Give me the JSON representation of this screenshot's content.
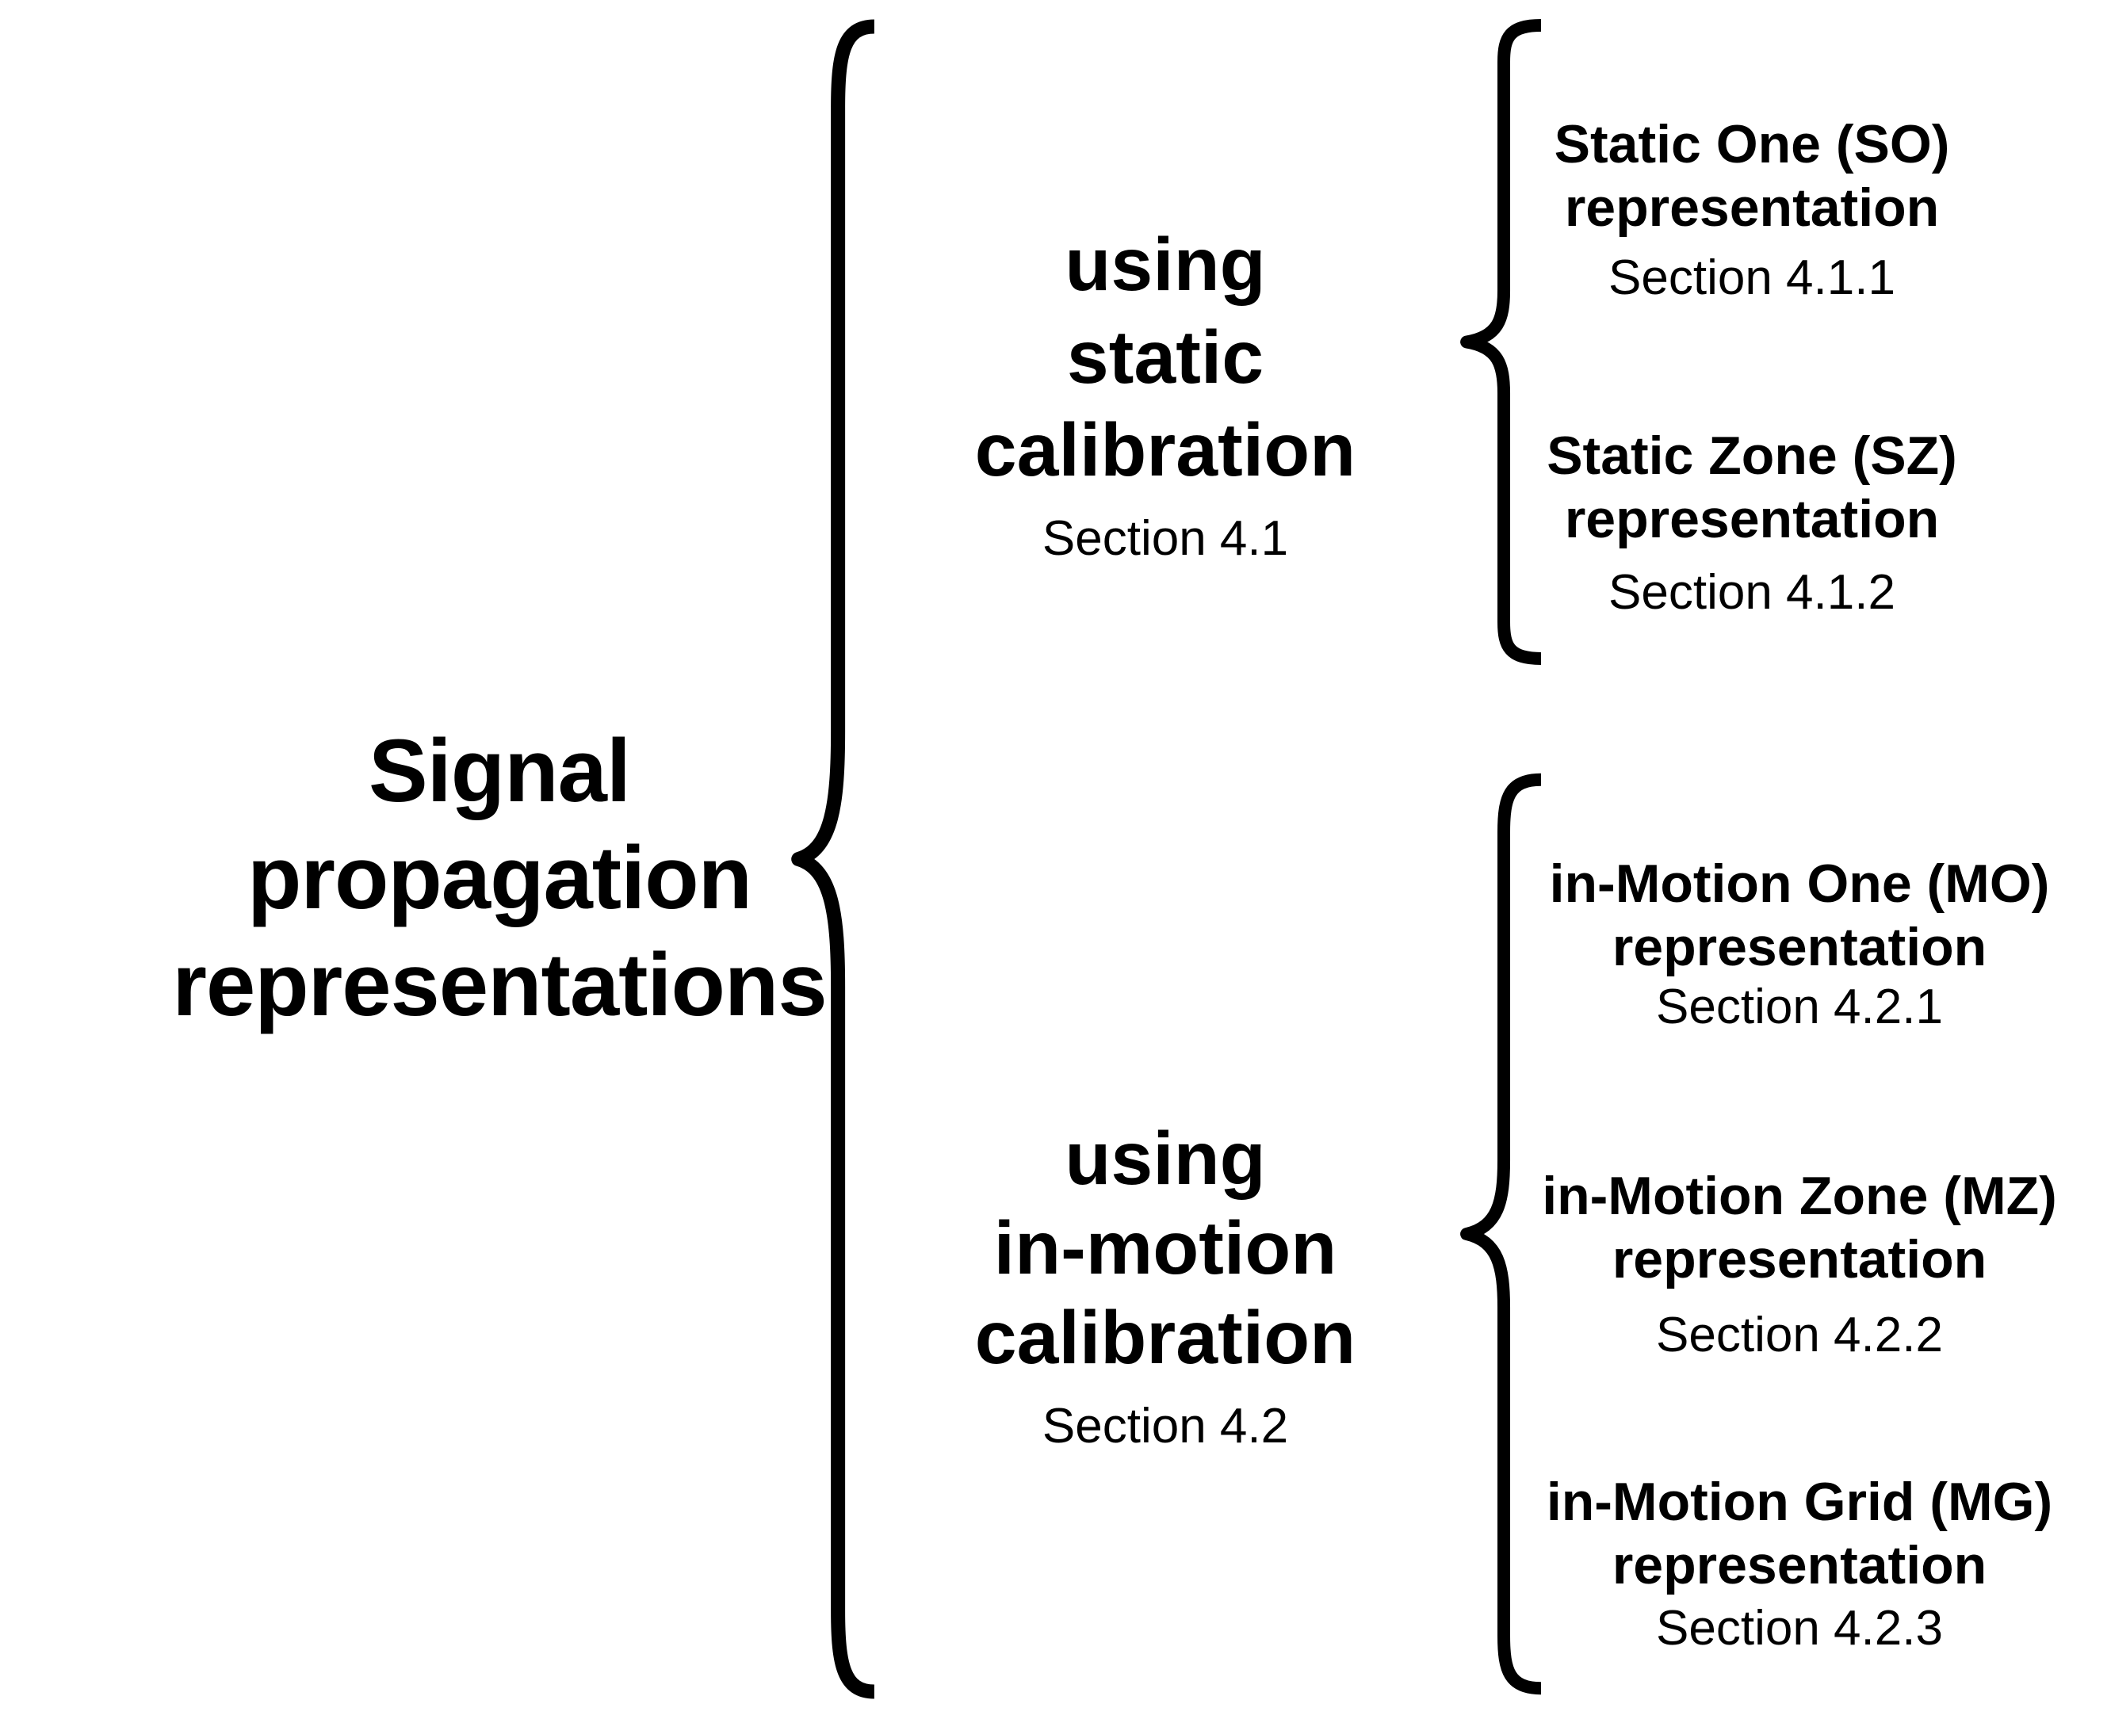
{
  "diagram": {
    "title": "Signal propagation representations taxonomy",
    "colors": {
      "ink": "#000000",
      "background": "#ffffff",
      "brace": "#000000"
    },
    "root": {
      "lines": [
        "Signal",
        "propagation",
        "representations"
      ]
    },
    "groups": [
      {
        "label_lines": [
          "using",
          "static",
          "calibration"
        ],
        "section": "Section 4.1",
        "children": [
          {
            "title_lines": [
              "Static One (SO)",
              "representation"
            ],
            "section": "Section 4.1.1"
          },
          {
            "title_lines": [
              "Static Zone (SZ)",
              "representation"
            ],
            "section": "Section 4.1.2"
          }
        ]
      },
      {
        "label_lines": [
          "using",
          "in-motion",
          "calibration"
        ],
        "section": "Section 4.2",
        "children": [
          {
            "title_lines": [
              "in-Motion One (MO)",
              "representation"
            ],
            "section": "Section 4.2.1"
          },
          {
            "title_lines": [
              "in-Motion Zone (MZ)",
              "representation"
            ],
            "section": "Section 4.2.2"
          },
          {
            "title_lines": [
              "in-Motion Grid (MG)",
              "representation"
            ],
            "section": "Section 4.2.3"
          }
        ]
      }
    ]
  }
}
